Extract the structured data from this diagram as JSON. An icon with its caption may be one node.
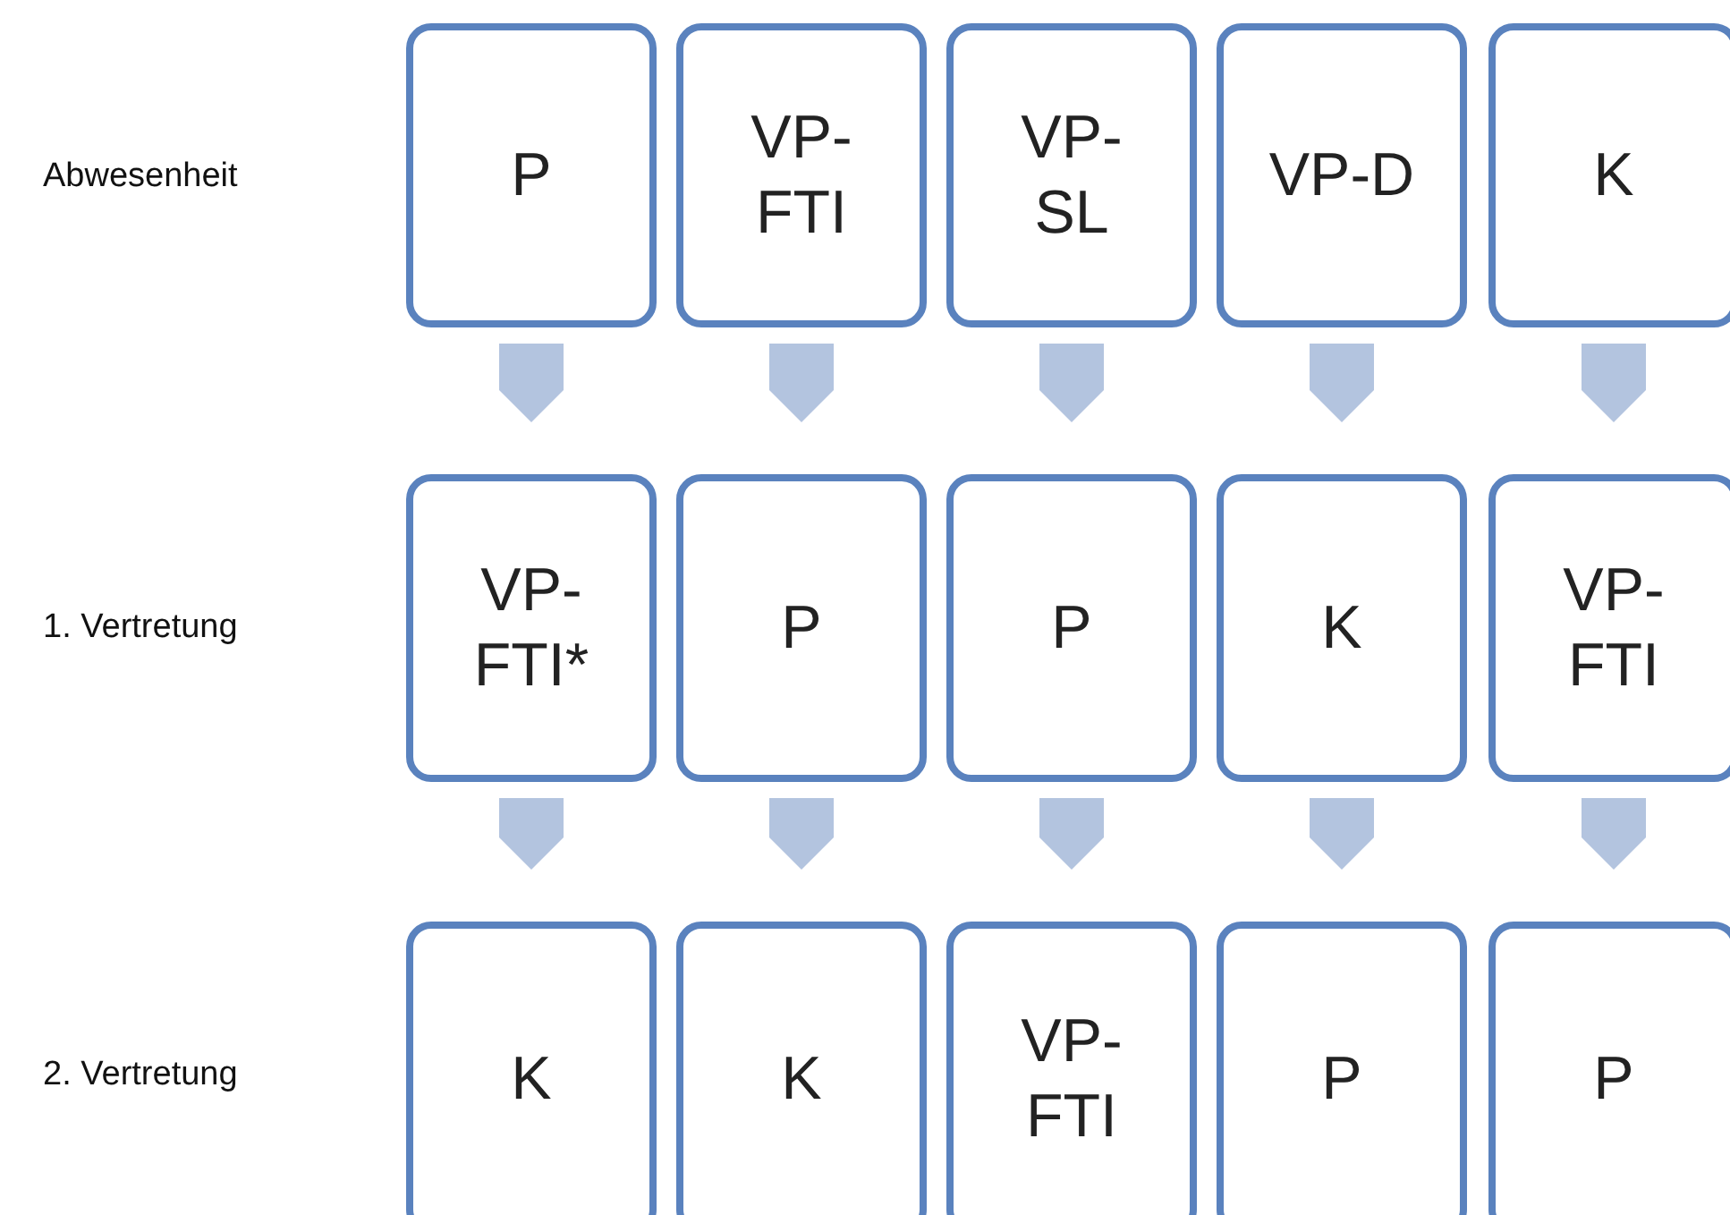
{
  "diagram": {
    "nodes": [
      {
        "text": [
          "P"
        ]
      },
      {
        "text": [
          "VP-FTI"
        ]
      },
      {
        "text": [
          "VP-SL"
        ]
      },
      {
        "text": [
          "VP-D"
        ]
      },
      {
        "text": [
          "K"
        ]
      },
      {
        "text": [
          "VP-FTI*"
        ]
      },
      {
        "text": [
          "P"
        ]
      },
      {
        "text": [
          "P"
        ]
      },
      {
        "text": [
          "K"
        ]
      },
      {
        "text": [
          "VP-FTI"
        ]
      },
      {
        "text": [
          "K"
        ]
      },
      {
        "text": [
          "K"
        ]
      },
      {
        "text": [
          "VP-FTI"
        ]
      },
      {
        "text": [
          "P"
        ]
      },
      {
        "text": [
          "P"
        ]
      }
    ],
    "edges": [
      {
        "from": 0,
        "to": 5,
        "arrow": "to"
      },
      {
        "from": 1,
        "to": 6,
        "arrow": "to"
      },
      {
        "from": 2,
        "to": 7,
        "arrow": "to"
      },
      {
        "from": 3,
        "to": 8,
        "arrow": "to"
      },
      {
        "from": 4,
        "to": 9,
        "arrow": "to"
      },
      {
        "from": 5,
        "to": 10,
        "arrow": "to"
      },
      {
        "from": 6,
        "to": 11,
        "arrow": "to"
      },
      {
        "from": 7,
        "to": 12,
        "arrow": "to"
      },
      {
        "from": 8,
        "to": 13,
        "arrow": "to"
      },
      {
        "from": 9,
        "to": 14,
        "arrow": "to"
      }
    ],
    "labels": [
      "Abwesenheit",
      "1. Vertretung",
      "2. Vertretung"
    ]
  }
}
